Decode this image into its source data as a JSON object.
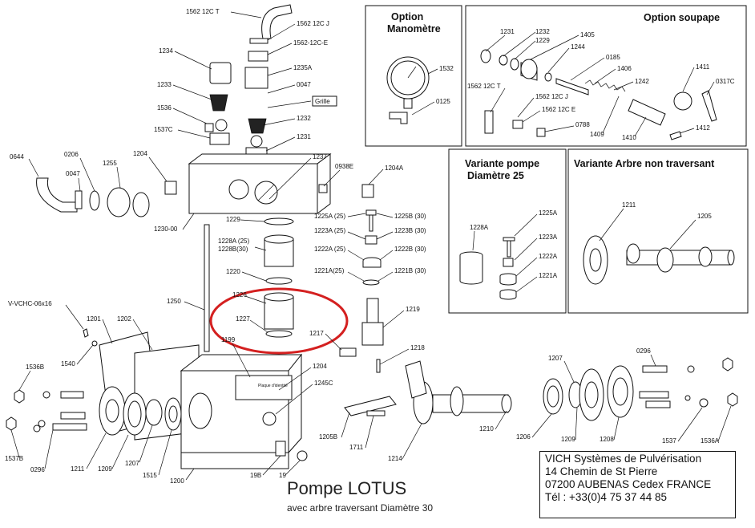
{
  "title": {
    "main": "Pompe LOTUS",
    "subtitle": "avec arbre traversant  Diamètre 30"
  },
  "company": {
    "name": "VICH Systèmes de Pulvérisation",
    "address": "14 Chemin de St Pierre",
    "city": "07200 AUBENAS Cedex FRANCE",
    "tel": "Tél : +33(0)4 75 37 44 85"
  },
  "insets": [
    {
      "id": "option-manometre",
      "title_line1": "Option",
      "title_line2": "Manomètre",
      "parts": [
        "1532",
        "0125"
      ]
    },
    {
      "id": "option-soupape",
      "title_line1": "Option soupape",
      "title_line2": "",
      "parts": [
        "1231",
        "1232",
        "1229",
        "1405",
        "1244",
        "0185",
        "1406",
        "1242",
        "1411",
        "0317C",
        "1562 12C T",
        "1562 12C J",
        "1562 12C E",
        "0788",
        "1409",
        "1410",
        "1412"
      ]
    },
    {
      "id": "variante-pompe-d25",
      "title_line1": "Variante pompe",
      "title_line2": "Diamètre 25",
      "parts": [
        "1228A",
        "1225A",
        "1223A",
        "1222A",
        "1221A"
      ]
    },
    {
      "id": "variante-arbre-non-traversant",
      "title_line1": "Variante Arbre non traversant",
      "title_line2": "",
      "parts": [
        "1211",
        "1205"
      ]
    }
  ],
  "labels": {
    "l1562_12c_t": "1562 12C T",
    "l1562_12c_j": "1562 12C J",
    "l1562_12c_e": "1562-12C-E",
    "l1234": "1234",
    "l1235a": "1235A",
    "l0047a": "0047",
    "grille": "Grille",
    "l1233": "1233",
    "l1536": "1536",
    "l1232": "1232",
    "l1537c": "1537C",
    "l1231": "1231",
    "l0644": "0644",
    "l0206": "0206",
    "l1255": "1255",
    "l1204a": "1204",
    "l1237": "1237",
    "l0047b": "0047",
    "l0938e": "0938E",
    "l1204a2": "1204A",
    "l1230": "1230-00",
    "l1229": "1229",
    "l1225a25": "1225A (25)",
    "l1225b30": "1225B (30)",
    "l1223a25": "1223A (25)",
    "l1223b30": "1223B (30)",
    "l1228a25": "1228A (25)",
    "l1228b30": "1228B(30)",
    "l1222a25": "1222A (25)",
    "l1222b30": "1222B (30)",
    "l1221a25": "1221A(25)",
    "l1221b30": "1221B (30)",
    "l1220": "1220",
    "l1250": "1250",
    "l1219": "1219",
    "lvvchc": "V-VCHC-06x16",
    "l1226": "1226",
    "l1227": "1227",
    "l1217": "1217",
    "l1201": "1201",
    "l1202": "1202",
    "l1199": "1199",
    "l1218": "1218",
    "l1540": "1540",
    "l1536b": "1536B",
    "l1204b": "1204",
    "l1245c": "1245C",
    "plaque": "Plaque d'identité",
    "l0296a": "0296",
    "l1207a": "1207",
    "l1205b": "1205B",
    "l1711": "1711",
    "l1214": "1214",
    "l1210": "1210",
    "l1206": "1206",
    "l1209a": "1209",
    "l1208": "1208",
    "l1537": "1537",
    "l1536a": "1536A",
    "l1537b": "1537B",
    "l0296b": "0296",
    "l1211": "1211",
    "l1209b": "1209",
    "l1207b": "1207",
    "l1515": "1515",
    "l1200": "1200",
    "l19b": "19B",
    "l19": "19",
    "m1532": "1532",
    "m0125": "0125",
    "s1231": "1231",
    "s1232": "1232",
    "s1229": "1229",
    "s1405": "1405",
    "s1244": "1244",
    "s0185": "0185",
    "s1406": "1406",
    "s1242": "1242",
    "s1411": "1411",
    "s0317c": "0317C",
    "s1562t": "1562 12C T",
    "s1562j": "1562 12C J",
    "s1562e": "1562 12C E",
    "s0788": "0788",
    "s1409": "1409",
    "s1410": "1410",
    "s1412": "1412",
    "v1228a": "1228A",
    "v1225a": "1225A",
    "v1223a": "1223A",
    "v1222a": "1222A",
    "v1221a": "1221A",
    "a1211": "1211",
    "a1205": "1205"
  },
  "highlight": {
    "color": "#d42020"
  }
}
